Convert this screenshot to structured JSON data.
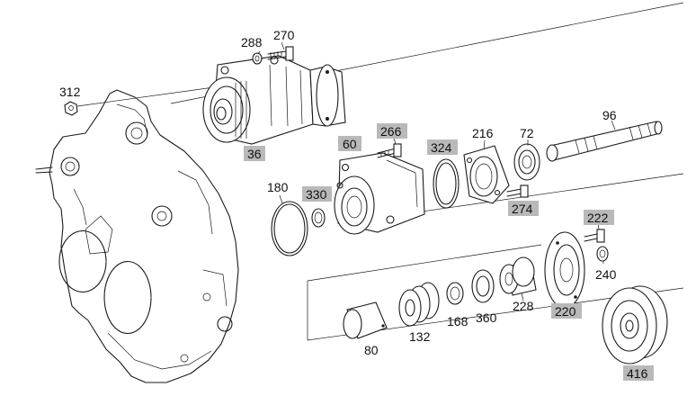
{
  "diagram": {
    "part_numbers": {
      "p312": "312",
      "p288": "288",
      "p270": "270",
      "p36": "36",
      "p60": "60",
      "p266": "266",
      "p324": "324",
      "p216": "216",
      "p72": "72",
      "p96": "96",
      "p180": "180",
      "p330": "330",
      "p274": "274",
      "p222": "222",
      "p240": "240",
      "p220": "220",
      "p228": "228",
      "p360": "360",
      "p168": "168",
      "p132": "132",
      "p80": "80",
      "p416": "416"
    },
    "highlighted_parts": [
      "36",
      "60",
      "266",
      "324",
      "330",
      "274",
      "222",
      "220",
      "416"
    ],
    "highlight_color": "#b9b9b9",
    "line_color": "#1a1a1a"
  }
}
